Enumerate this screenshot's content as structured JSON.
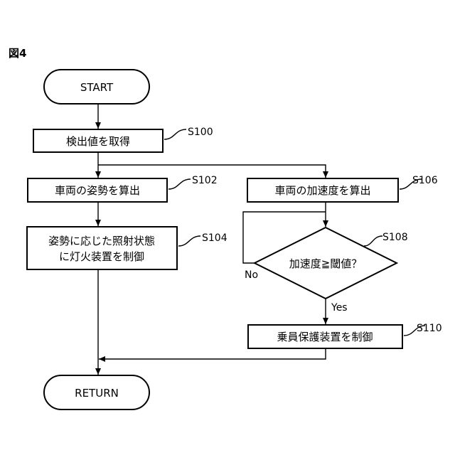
{
  "figure_label": "図4",
  "nodes": {
    "start": {
      "text": "START"
    },
    "s100": {
      "text": "検出値を取得",
      "step": "S100"
    },
    "s102": {
      "text": "車両の姿勢を算出",
      "step": "S102"
    },
    "s104": {
      "line1": "姿勢に応じた照射状態",
      "line2": "に灯火装置を制御",
      "step": "S104"
    },
    "s106": {
      "text": "車両の加速度を算出",
      "step": "S106"
    },
    "s108": {
      "text": "加速度≧閾値？",
      "step": "S108"
    },
    "s110": {
      "text": "乗員保護装置を制御",
      "step": "S110"
    },
    "return": {
      "text": "RETURN"
    }
  },
  "edge_labels": {
    "no": "No",
    "yes": "Yes"
  }
}
